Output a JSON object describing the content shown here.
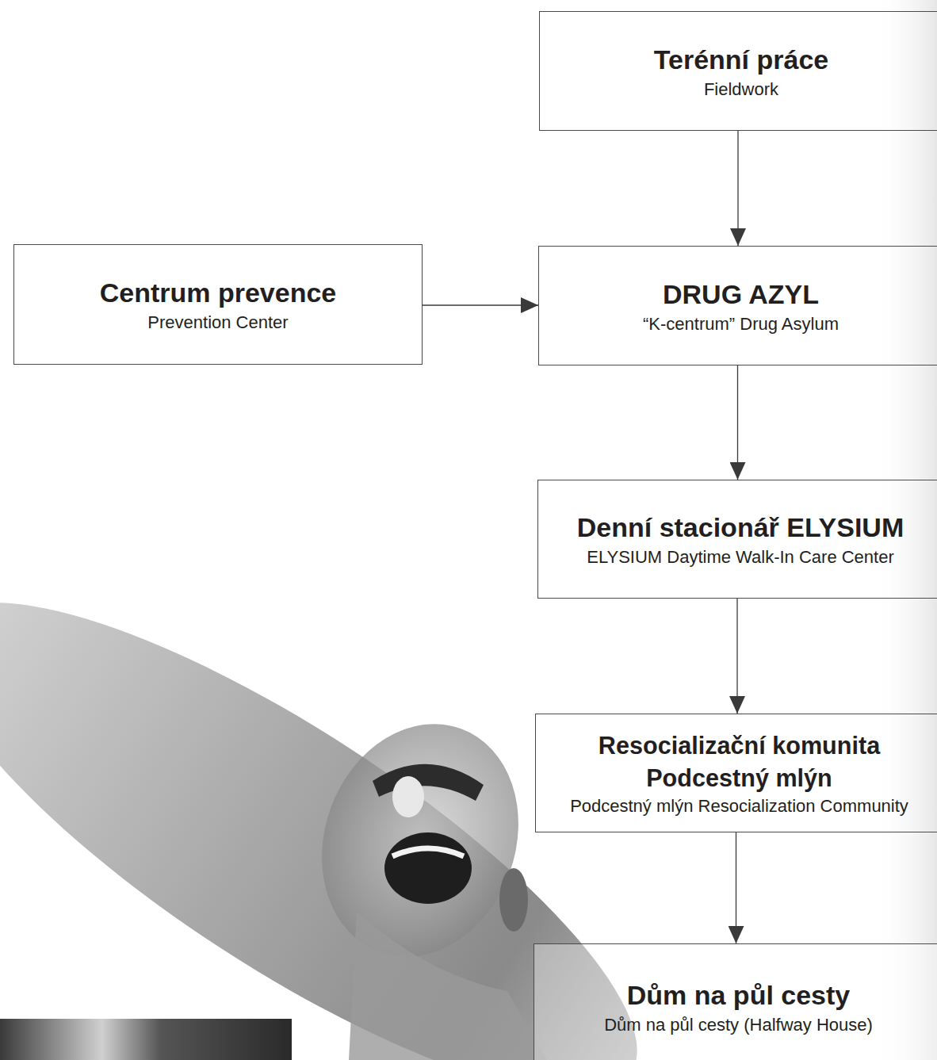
{
  "diagram": {
    "nodes": [
      {
        "text": [
          "Terénní práce",
          "Fieldwork"
        ]
      },
      {
        "text": [
          "Centrum prevence",
          "Prevention Center"
        ]
      },
      {
        "text": [
          "DRUG AZYL",
          "“K-centrum” Drug Asylum"
        ]
      },
      {
        "text": [
          "Denní stacionář ELYSIUM",
          "ELYSIUM Daytime Walk-In Care Center"
        ]
      },
      {
        "text": [
          "Resocializační komunita Podcestný mlýn",
          "Podcestný mlýn Resocialization Community"
        ]
      },
      {
        "text": [
          "Dům na půl cesty",
          "Dům na půl cesty (Halfway House)"
        ]
      }
    ],
    "edges": [
      {
        "from": 0,
        "to": 2,
        "arrow": "to"
      },
      {
        "from": 1,
        "to": 2,
        "arrow": "to"
      },
      {
        "from": 2,
        "to": 3,
        "arrow": "to"
      },
      {
        "from": 3,
        "to": 4,
        "arrow": "to"
      },
      {
        "from": 4,
        "to": 5,
        "arrow": "to"
      }
    ]
  }
}
